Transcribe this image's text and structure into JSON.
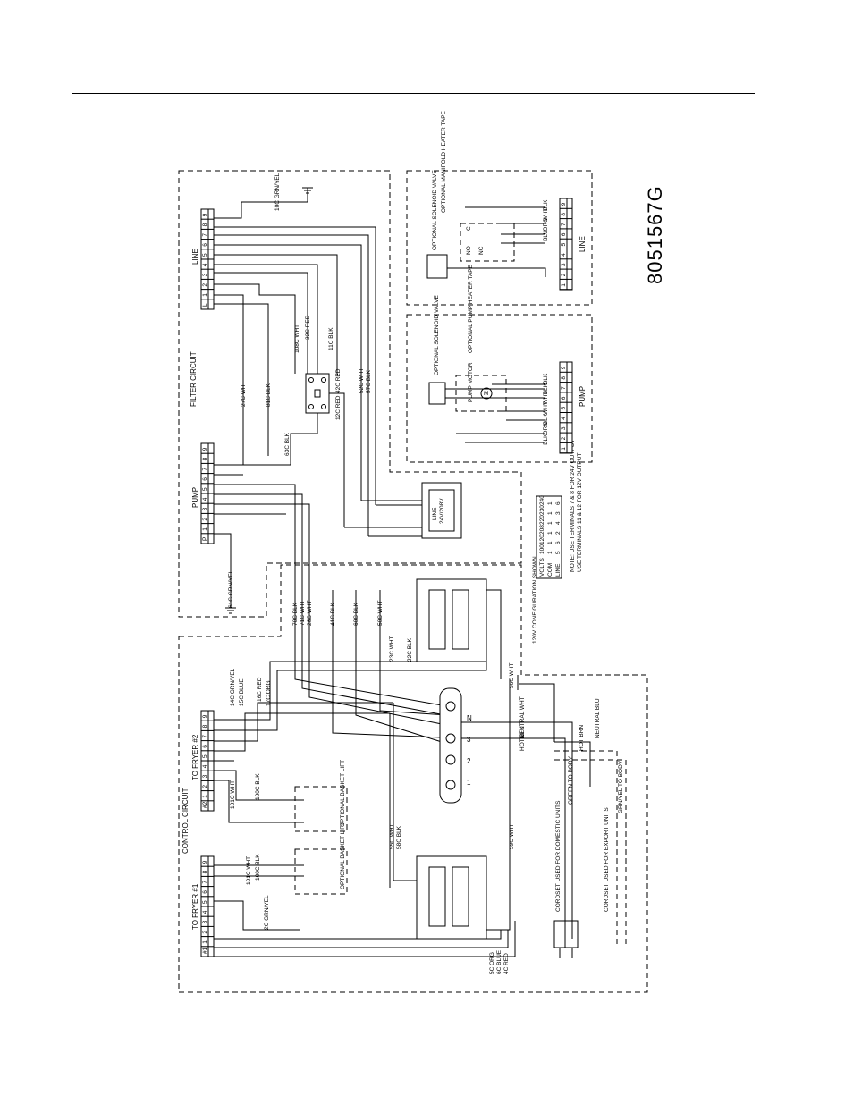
{
  "drawing_number": "8051567G",
  "sections": {
    "filter_circuit": "FILTER CIRCUIT",
    "control_circuit": "CONTROL CIRCUIT",
    "pump": "PUMP",
    "line": "LINE",
    "to_fryer_1": "TO FRYER #1",
    "to_fryer_2": "TO FRYER #2",
    "pump_inset": "PUMP",
    "line_inset": "LINE"
  },
  "terminal_blocks": {
    "line_numbers": [
      "9",
      "8",
      "7",
      "6",
      "5",
      "4",
      "3",
      "2",
      "1",
      "L"
    ],
    "pump_numbers": [
      "9",
      "8",
      "7",
      "6",
      "5",
      "4",
      "3",
      "2",
      "1",
      "P"
    ],
    "fryer2_numbers": [
      "9",
      "8",
      "7",
      "6",
      "5",
      "4",
      "3",
      "2",
      "1",
      "#2"
    ],
    "fryer1_numbers": [
      "9",
      "8",
      "7",
      "6",
      "5",
      "4",
      "3",
      "2",
      "1",
      "#1"
    ],
    "inset_numbers": [
      "9",
      "8",
      "7",
      "6",
      "5",
      "4",
      "3",
      "2",
      "1"
    ]
  },
  "wires": {
    "w10c": "10C GRN/YEL",
    "w27c": "27C WHT",
    "w81c": "81C BLK",
    "w108c": "108C WHT",
    "w32c": "32C RED",
    "w11c": "11C BLK",
    "w63c": "63C BLK",
    "w12c": "12C RED",
    "w42c": "42C RED",
    "w52c": "52C WHT",
    "w57c": "57C BLK",
    "w61c": "61C GRN/YEL",
    "w70c": "70C BLK",
    "w71c": "71C WHT",
    "w26c": "26C WHT",
    "w41c": "41C BLK",
    "w60c": "60C BLK",
    "w50c": "50C WHT",
    "w23c": "23C WHT",
    "w22c": "22C BLK",
    "w56c": "56C WHT",
    "w14c": "14C GRN/YEL",
    "w15c": "15C BLUE",
    "w16c": "16C RED",
    "w17c": "17C ORG",
    "w100c": "100C BLK",
    "w101c": "101C WHT",
    "w55c": "55C WHT",
    "w58c": "58C BLK",
    "w59c": "59C WHT",
    "w1000": "100C BLK",
    "w1010": "101C WHT",
    "w2c": "2C GRN/YEL",
    "w5c": "5C ORG",
    "w6c": "6C BLUE",
    "w4c": "4C RED"
  },
  "components": {
    "basket_lift_1": "OPTIONAL BASKET LIFT",
    "basket_lift_2": "OPTIONAL BASKET LIFT",
    "transformer_a": "24V/208V",
    "transformer_b": "LINE",
    "config_note": "120V CONFIGURATION SHOWN",
    "neutral_wht": "NEUTRAL WHT",
    "hot_blk": "HOT BLK",
    "hot_brn": "HOT BRN",
    "neutral_blu": "NEUTRAL BLU",
    "green_body": "GREEN TO BODY",
    "grnyel_body": "GRN/YEL TO BODY",
    "cordset_domestic": "CORDSET USED FOR DOMESTIC UNITS",
    "cordset_export": "CORDSET USED FOR EXPORT UNITS",
    "pump_solenoid": "OPTIONAL SOLENOID VALVE",
    "pump_heater": "OPTIONAL PUMP HEATER TAPE",
    "pump_motor": "PUMP MOTOR",
    "line_solenoid": "OPTIONAL SOLENOID VALVE",
    "line_heater": "OPTIONAL MANIFOLD HEATER TAPE",
    "no": "NO",
    "nc": "NC",
    "c": "C",
    "m": "M",
    "terminal_strip": [
      "1",
      "2",
      "3",
      "N"
    ]
  },
  "inset_wires": {
    "pump": [
      "BLK",
      "BLK",
      "WHT",
      "WHT",
      "BLK",
      "ORN",
      "BLK"
    ],
    "line": [
      "BLK",
      "WHT",
      "ORG",
      "BLU"
    ]
  },
  "volts_table": {
    "headers": [
      "VOLTS",
      "COM",
      "LINE"
    ],
    "rows": [
      [
        "100",
        "1",
        "5"
      ],
      [
        "120",
        "1",
        "6"
      ],
      [
        "208",
        "1",
        "2"
      ],
      [
        "220",
        "1",
        "4"
      ],
      [
        "230",
        "1",
        "3"
      ],
      [
        "240",
        "1",
        "6"
      ]
    ]
  },
  "notes": {
    "note1": "NOTE: USE TERMINALS 7 & 8 FOR 24V OUTPUT",
    "note2": "USE TERMINALS 11 & 12 FOR 12V OUTPUT"
  }
}
